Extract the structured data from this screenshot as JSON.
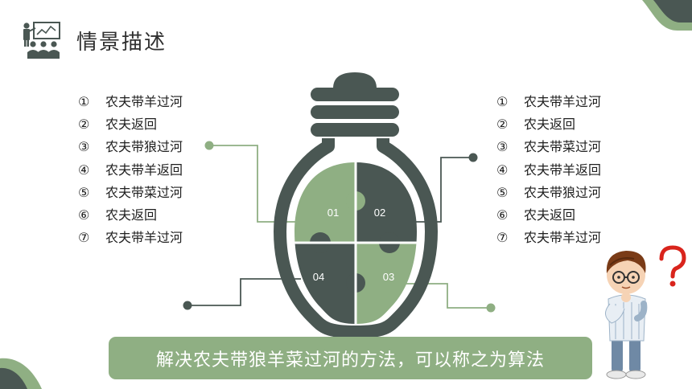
{
  "title": "情景描述",
  "left_steps": [
    {
      "num": "①",
      "text": "农夫带羊过河"
    },
    {
      "num": "②",
      "text": "农夫返回"
    },
    {
      "num": "③",
      "text": "农夫带狼过河"
    },
    {
      "num": "④",
      "text": "农夫带羊返回"
    },
    {
      "num": "⑤",
      "text": "农夫带菜过河"
    },
    {
      "num": "⑥",
      "text": "农夫返回"
    },
    {
      "num": "⑦",
      "text": "农夫带羊过河"
    }
  ],
  "right_steps": [
    {
      "num": "①",
      "text": "农夫带羊过河"
    },
    {
      "num": "②",
      "text": "农夫返回"
    },
    {
      "num": "③",
      "text": "农夫带菜过河"
    },
    {
      "num": "④",
      "text": "农夫带羊返回"
    },
    {
      "num": "⑤",
      "text": "农夫带狼过河"
    },
    {
      "num": "⑥",
      "text": "农夫返回"
    },
    {
      "num": "⑦",
      "text": "农夫带羊过河"
    }
  ],
  "puzzle_labels": [
    "01",
    "02",
    "03",
    "04"
  ],
  "conclusion": "解决农夫带狼羊菜过河的方法，可以称之为算法",
  "colors": {
    "dark": "#4a5753",
    "green": "#8faf83",
    "banner": "#8faf83"
  },
  "icons": [
    "teacher-presentation-icon",
    "lightbulb-puzzle-graphic",
    "thinking-boy-illustration",
    "question-mark-icon"
  ]
}
